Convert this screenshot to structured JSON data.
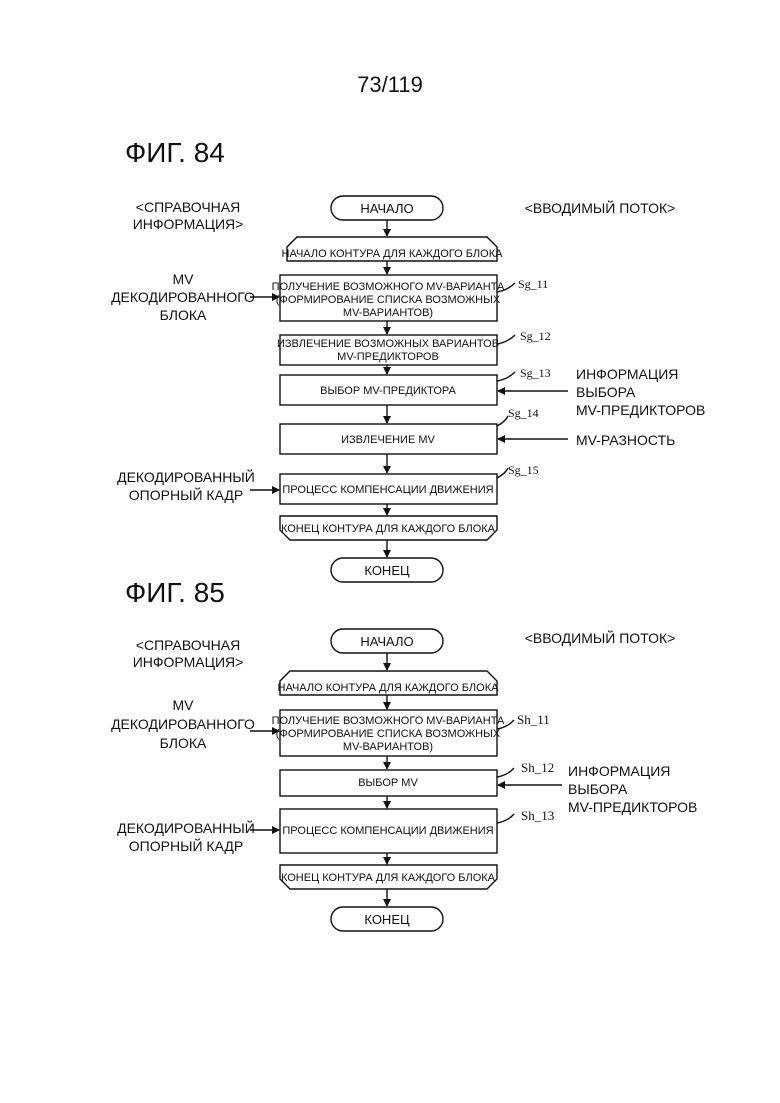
{
  "page_number": "73/119",
  "fig84": {
    "title": "ФИГ. 84",
    "ref_info": [
      "<СПРАВОЧНАЯ",
      "ИНФОРМАЦИЯ>"
    ],
    "input_stream": "<ВВОДИМЫЙ ПОТОК>",
    "start": "НАЧАЛО",
    "loop_start": "НАЧАЛО КОНТУРА ДЛЯ КАЖДОГО БЛОКА",
    "step1": [
      "ПОЛУЧЕНИЕ ВОЗМОЖНОГО MV-ВАРИАНТА",
      "(ФОРМИРОВАНИЕ СПИСКА ВОЗМОЖНЫХ",
      "MV-ВАРИАНТОВ)"
    ],
    "step2": [
      "ИЗВЛЕЧЕНИЕ ВОЗМОЖНЫХ ВАРИАНТОВ",
      "MV-ПРЕДИКТОРОВ"
    ],
    "step3": "ВЫБОР MV-ПРЕДИКТОРА",
    "step4": "ИЗВЛЕЧЕНИЕ MV",
    "step5": "ПРОЦЕСС КОМПЕНСАЦИИ ДВИЖЕНИЯ",
    "loop_end": "КОНЕЦ КОНТУРА ДЛЯ КАЖДОГО БЛОКА",
    "end": "КОНЕЦ",
    "labels": [
      "Sg_11",
      "Sg_12",
      "Sg_13",
      "Sg_14",
      "Sg_15"
    ],
    "left_mv": [
      "MV",
      "ДЕКОДИРОВАННОГО",
      "БЛОКА"
    ],
    "left_ref": [
      "ДЕКОДИРОВАННЫЙ",
      "ОПОРНЫЙ КАДР"
    ],
    "right_pred": [
      "ИНФОРМАЦИЯ",
      "ВЫБОРА",
      "MV-ПРЕДИКТОРОВ"
    ],
    "right_diff": "MV-РАЗНОСТЬ"
  },
  "fig85": {
    "title": "ФИГ. 85",
    "ref_info": [
      "<СПРАВОЧНАЯ",
      "ИНФОРМАЦИЯ>"
    ],
    "input_stream": "<ВВОДИМЫЙ ПОТОК>",
    "start": "НАЧАЛО",
    "loop_start": "НАЧАЛО КОНТУРА ДЛЯ КАЖДОГО БЛОКА",
    "step1": [
      "ПОЛУЧЕНИЕ ВОЗМОЖНОГО MV-ВАРИАНТА",
      "(ФОРМИРОВАНИЕ СПИСКА ВОЗМОЖНЫХ",
      "MV-ВАРИАНТОВ)"
    ],
    "step2": "ВЫБОР MV",
    "step3": "ПРОЦЕСС КОМПЕНСАЦИИ ДВИЖЕНИЯ",
    "loop_end": "КОНЕЦ КОНТУРА ДЛЯ КАЖДОГО БЛОКА",
    "end": "КОНЕЦ",
    "labels": [
      "Sh_11",
      "Sh_12",
      "Sh_13"
    ],
    "left_mv": [
      "MV",
      "ДЕКОДИРОВАННОГО",
      "БЛОКА"
    ],
    "left_ref": [
      "ДЕКОДИРОВАННЫЙ",
      "ОПОРНЫЙ КАДР"
    ],
    "right_pred": [
      "ИНФОРМАЦИЯ",
      "ВЫБОРА",
      "MV-ПРЕДИКТОРОВ"
    ]
  }
}
